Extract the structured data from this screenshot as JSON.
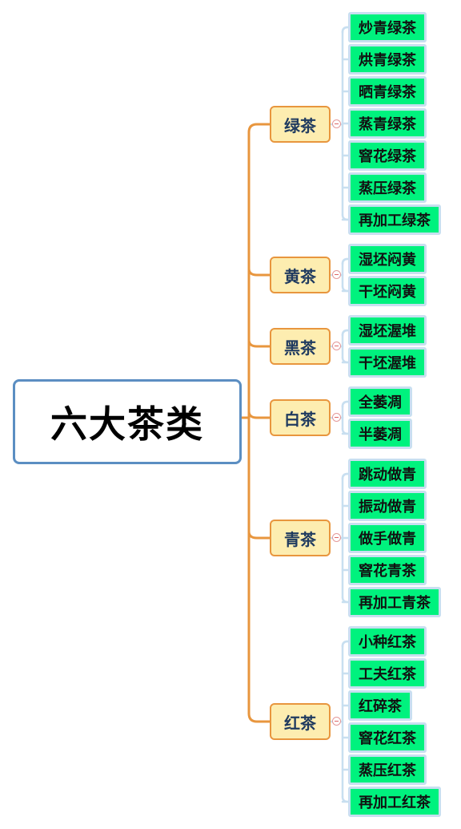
{
  "root": {
    "label": "六大茶类"
  },
  "colors": {
    "trunk": "#e8963e",
    "leaf_connector": "#c8dff0",
    "leaf_fill": "#00f27e",
    "branch_fill": "#fdedb0"
  },
  "branches": [
    {
      "label": "绿茶",
      "children": [
        "炒青绿茶",
        "烘青绿茶",
        "晒青绿茶",
        "蒸青绿茶",
        "窨花绿茶",
        "蒸压绿茶",
        "再加工绿茶"
      ]
    },
    {
      "label": "黄茶",
      "children": [
        "湿坯闷黄",
        "干坯闷黄"
      ]
    },
    {
      "label": "黑茶",
      "children": [
        "湿坯渥堆",
        "干坯渥堆"
      ]
    },
    {
      "label": "白茶",
      "children": [
        "全萎凋",
        "半萎凋"
      ]
    },
    {
      "label": "青茶",
      "children": [
        "跳动做青",
        "振动做青",
        "做手做青",
        "窨花青茶",
        "再加工青茶"
      ]
    },
    {
      "label": "红茶",
      "children": [
        "小种红茶",
        "工夫红茶",
        "红碎茶",
        "窨花红茶",
        "蒸压红茶",
        "再加工红茶"
      ]
    }
  ]
}
